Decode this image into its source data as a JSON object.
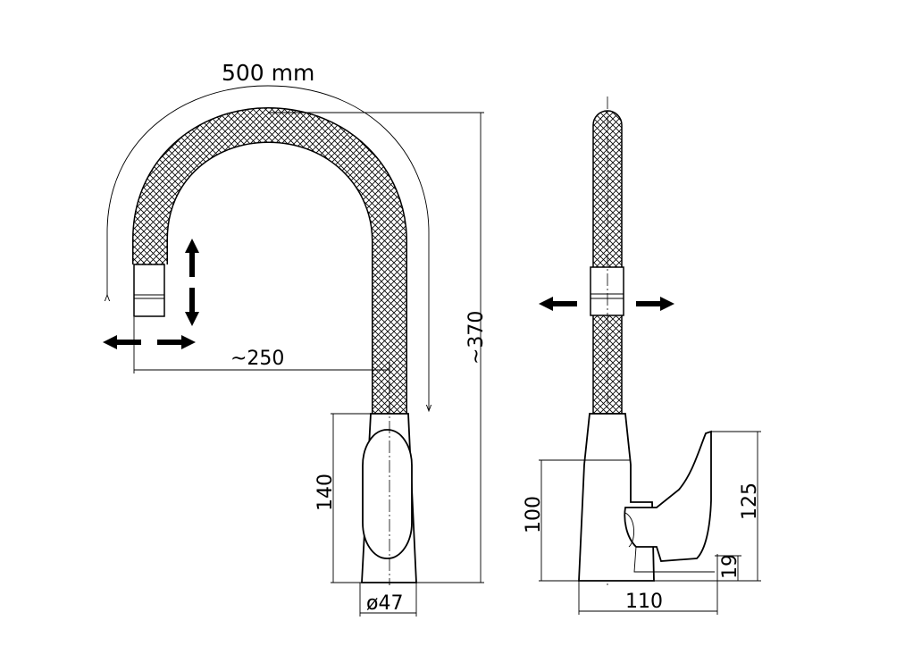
{
  "dimensions": {
    "hose_length": "500  mm",
    "reach": "~250",
    "total_height": "~370",
    "body_height_front": "140",
    "base_diameter": "ø47",
    "body_height_side": "100",
    "side_depth": "110",
    "handle_height": "125",
    "handle_clearance": "19"
  },
  "colors": {
    "line": "#000000",
    "background": "#ffffff"
  }
}
